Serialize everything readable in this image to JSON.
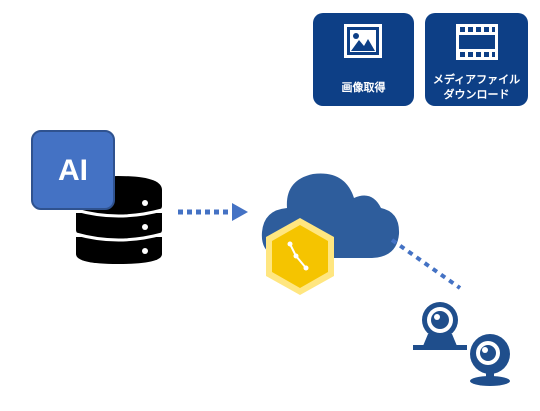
{
  "tiles": {
    "image_capture": {
      "label": "画像取得",
      "icon": "image-icon"
    },
    "media_download": {
      "label_line1": "メディアファイル",
      "label_line2": "ダウンロード",
      "icon": "film-icon"
    }
  },
  "ai_badge": {
    "label": "AI"
  },
  "nodes": {
    "database": {
      "icon": "database-icon"
    },
    "cloud": {
      "icon": "cloud-icon"
    },
    "service": {
      "icon": "hexagon-connection-icon"
    },
    "camera_1": {
      "icon": "webcam-icon"
    },
    "camera_2": {
      "icon": "webcam-icon"
    }
  },
  "colors": {
    "tile_bg": "#0d3f86",
    "ai_badge": "#4472c4",
    "cloud": "#2e5d9c",
    "hexagon_outer": "#ffe680",
    "hexagon_inner": "#f5c400",
    "connector": "#4472c4",
    "camera": "#1f4e8c"
  }
}
